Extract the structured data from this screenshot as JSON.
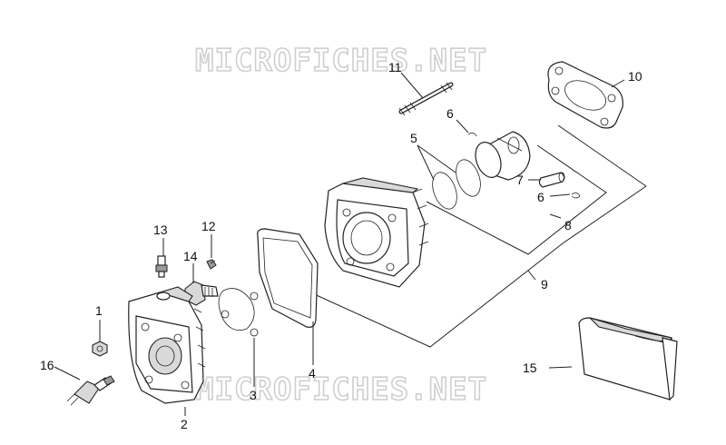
{
  "watermark": {
    "top": "MICROFICHES.NET",
    "bottom": "MICROFICHES.NET"
  },
  "callouts": {
    "c1": "1",
    "c2": "2",
    "c3": "3",
    "c4": "4",
    "c5": "5",
    "c6a": "6",
    "c6b": "6",
    "c7": "7",
    "c8": "8",
    "c9": "9",
    "c10": "10",
    "c11": "11",
    "c12": "12",
    "c13": "13",
    "c14": "14",
    "c15": "15",
    "c16": "16"
  }
}
